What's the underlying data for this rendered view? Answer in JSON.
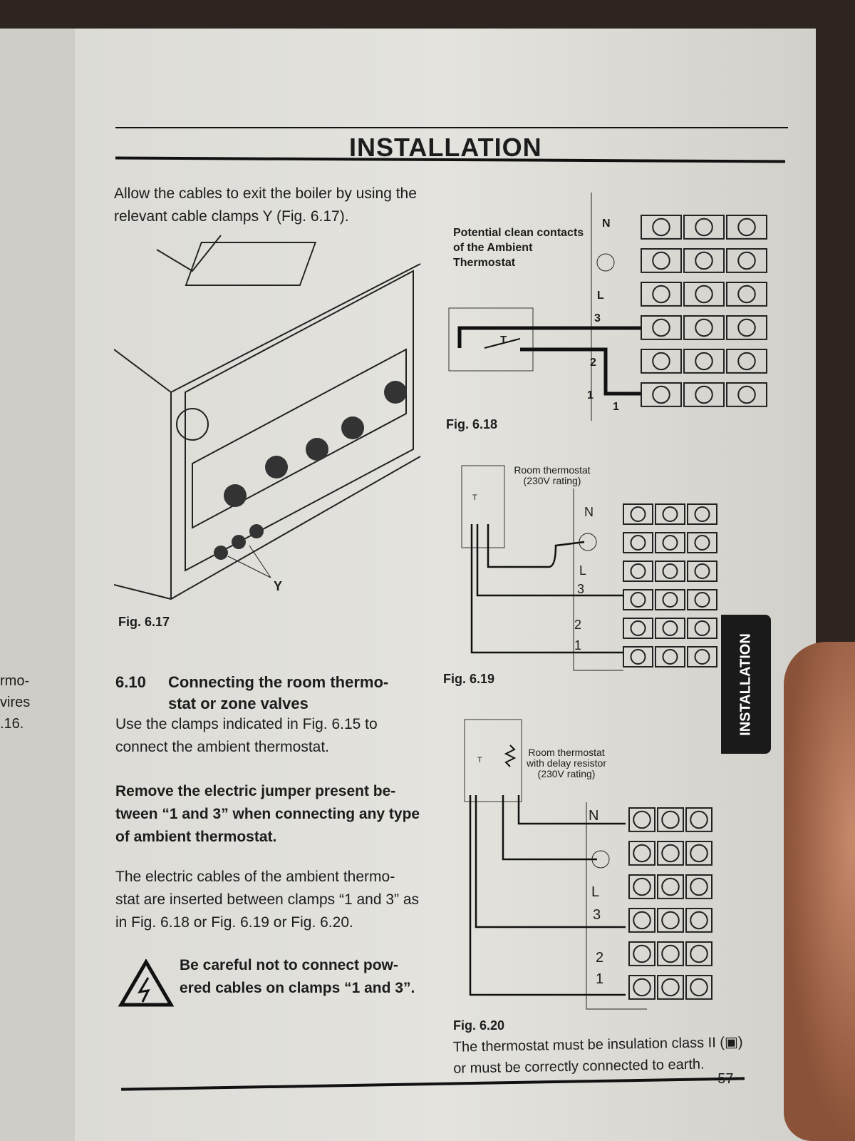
{
  "header": {
    "title": "INSTALLATION"
  },
  "side_tab": "INSTALLATION",
  "left_page_fragments": [
    "rmo-",
    "vires",
    ".16."
  ],
  "intro_text": "Allow the cables to exit the boiler by using the relevant cable clamps Y (Fig. 6.17).",
  "fig_617": {
    "caption": "Fig. 6.17",
    "label_y": "Y"
  },
  "section": {
    "number": "6.10",
    "title": "Connecting the room thermo- stat or zone valves",
    "para1": "Use the clamps indicated in Fig. 6.15 to connect the ambient thermostat.",
    "para2_bold": "Remove the electric jumper present be- tween “1 and 3” when connecting any type of ambient thermostat.",
    "para3": "The electric cables of the ambient thermo- stat are inserted between clamps “1 and 3” as in Fig. 6.18 or Fig. 6.19 or Fig. 6.20.",
    "warning": "Be careful not to connect pow- ered cables on clamps “1 and 3”."
  },
  "fig_618": {
    "caption": "Fig. 6.18",
    "label": "Potential clean contacts of the Ambient Thermostat",
    "switch": "T",
    "terminals": [
      "N",
      "L",
      "3",
      "2",
      "1"
    ],
    "wire_label": "1"
  },
  "fig_619": {
    "caption": "Fig. 6.19",
    "label": "Room thermostat (230V rating)",
    "switch": "T",
    "terminals": [
      "N",
      "L",
      "3",
      "2",
      "1"
    ]
  },
  "fig_620": {
    "caption": "Fig. 6.20",
    "label": "Room thermostat with delay resistor (230V rating)",
    "switch": "T",
    "terminals": [
      "N",
      "L",
      "3",
      "2",
      "1"
    ]
  },
  "footnote": "The thermostat must be insulation class II (▣) or must be correctly connected to earth.",
  "page_number": "- 57 -"
}
